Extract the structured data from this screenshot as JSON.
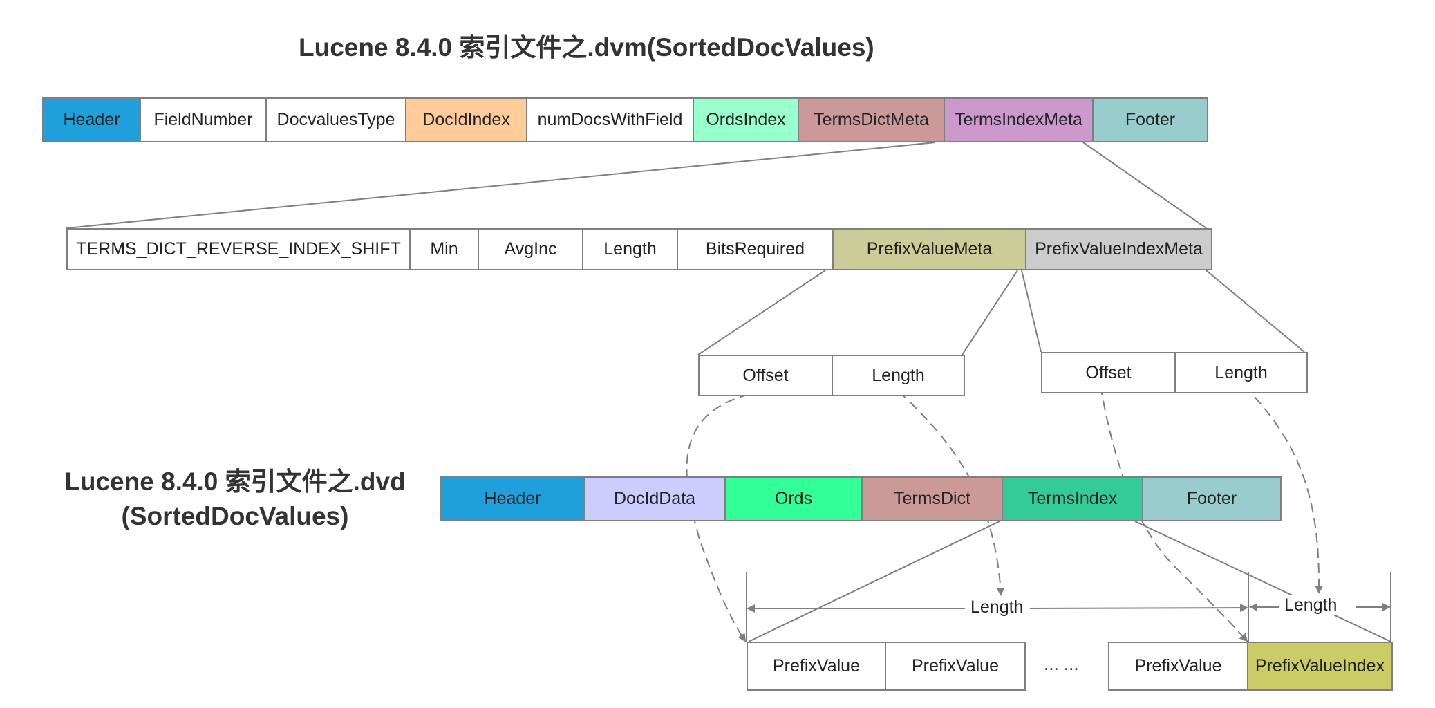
{
  "titles": {
    "dvm": "Lucene 8.4.0 索引文件之.dvm(SortedDocValues)",
    "dvd_line1": "Lucene 8.4.0 索引文件之.dvd",
    "dvd_line2": "(SortedDocValues)"
  },
  "dvm_row": [
    {
      "label": "Header",
      "color": "#1fa0db"
    },
    {
      "label": "FieldNumber",
      "color": "#ffffff"
    },
    {
      "label": "DocvaluesType",
      "color": "#ffffff"
    },
    {
      "label": "DocIdIndex",
      "color": "#ffcc99"
    },
    {
      "label": "numDocsWithField",
      "color": "#ffffff"
    },
    {
      "label": "OrdsIndex",
      "color": "#99ffcc"
    },
    {
      "label": "TermsDictMeta",
      "color": "#cc9999"
    },
    {
      "label": "TermsIndexMeta",
      "color": "#cc99cc"
    },
    {
      "label": "Footer",
      "color": "#99cccc"
    }
  ],
  "terms_index_meta_row": [
    {
      "label": "TERMS_DICT_REVERSE_INDEX_SHIFT",
      "color": "#ffffff"
    },
    {
      "label": "Min",
      "color": "#ffffff"
    },
    {
      "label": "AvgInc",
      "color": "#ffffff"
    },
    {
      "label": "Length",
      "color": "#ffffff"
    },
    {
      "label": "BitsRequired",
      "color": "#ffffff"
    },
    {
      "label": "PrefixValueMeta",
      "color": "#cccc99"
    },
    {
      "label": "PrefixValueIndexMeta",
      "color": "#cccccc"
    }
  ],
  "prefix_value_meta_row": [
    {
      "label": "Offset",
      "color": "#ffffff"
    },
    {
      "label": "Length",
      "color": "#ffffff"
    }
  ],
  "prefix_value_index_meta_row": [
    {
      "label": "Offset",
      "color": "#ffffff"
    },
    {
      "label": "Length",
      "color": "#ffffff"
    }
  ],
  "dvd_row": [
    {
      "label": "Header",
      "color": "#1fa0db"
    },
    {
      "label": "DocIdData",
      "color": "#ccccff"
    },
    {
      "label": "Ords",
      "color": "#33ff99"
    },
    {
      "label": "TermsDict",
      "color": "#cc9999"
    },
    {
      "label": "TermsIndex",
      "color": "#33cc99"
    },
    {
      "label": "Footer",
      "color": "#99cccc"
    }
  ],
  "terms_index_row_left": [
    {
      "label": "PrefixValue",
      "color": "#ffffff"
    },
    {
      "label": "PrefixValue",
      "color": "#ffffff"
    }
  ],
  "ellipsis": "... ...",
  "terms_index_row_right": [
    {
      "label": "PrefixValue",
      "color": "#ffffff"
    },
    {
      "label": "PrefixValueIndex",
      "color": "#cccc66"
    }
  ],
  "length_labels": {
    "left": "Length",
    "right": "Length"
  }
}
